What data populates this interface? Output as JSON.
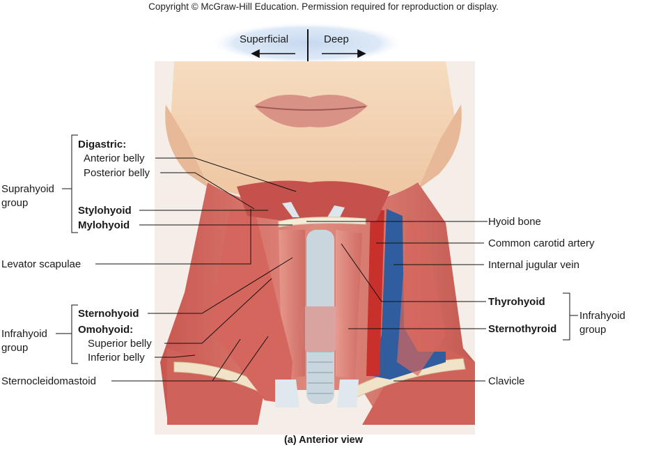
{
  "copyright": "Copyright © McGraw-Hill Education. Permission required for reproduction or display.",
  "orientation": {
    "left": "Superficial",
    "right": "Deep"
  },
  "labels": {
    "digastric": "Digastric:",
    "anterior_belly": "Anterior belly",
    "posterior_belly": "Posterior belly",
    "suprahyoid_l1": "Suprahyoid",
    "suprahyoid_l2": "group",
    "stylohyoid": "Stylohyoid",
    "mylohyoid": "Mylohyoid",
    "levator_scapulae": "Levator scapulae",
    "sternohyoid": "Sternohyoid",
    "omohyoid": "Omohyoid:",
    "superior_belly": "Superior belly",
    "inferior_belly": "Inferior belly",
    "infrahyoid_left_l1": "Infrahyoid",
    "infrahyoid_left_l2": "group",
    "sternocleidomastoid": "Sternocleidomastoid",
    "hyoid_bone": "Hyoid bone",
    "common_carotid_artery": "Common carotid artery",
    "internal_jugular_vein": "Internal jugular vein",
    "thyrohyoid": "Thyrohyoid",
    "sternothyroid": "Sternothyroid",
    "infrahyoid_right_l1": "Infrahyoid",
    "infrahyoid_right_l2": "group",
    "clavicle": "Clavicle"
  },
  "caption": "(a) Anterior view",
  "colors": {
    "muscle": "#d9736a",
    "muscle_dark": "#b64a44",
    "skin": "#f3cfae",
    "vein": "#2f5d9e",
    "artery": "#c8302c",
    "cartilage": "#c9d6dd",
    "orientation_glow": "#c7d9f0"
  }
}
